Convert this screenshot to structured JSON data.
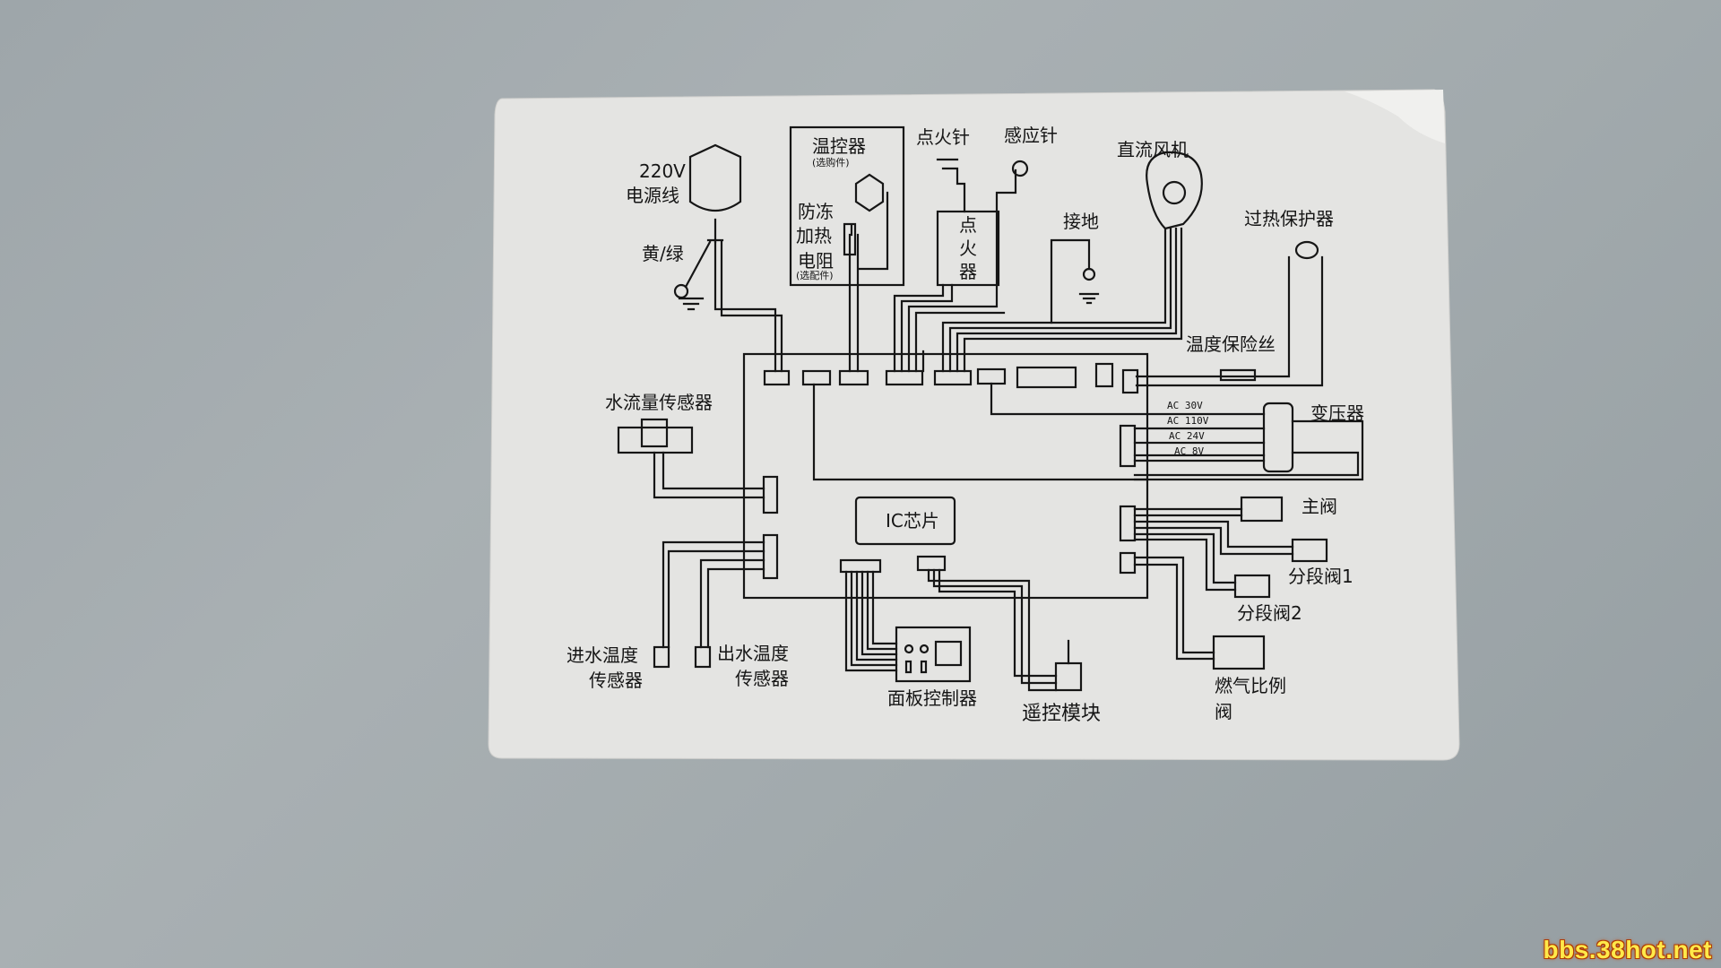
{
  "diagram": {
    "power_cord_voltage": "220V",
    "power_cord_label": "电源线",
    "ground_wire_label": "黄/绿",
    "thermostat_label": "温控器",
    "thermostat_note": "(选购件)",
    "antifreeze_line1": "防冻",
    "antifreeze_line2": "加热",
    "antifreeze_line3": "电阻",
    "antifreeze_note": "(选配件)",
    "ignition_pin_label": "点火针",
    "sensing_pin_label": "感应针",
    "igniter_line1": "点",
    "igniter_line2": "火",
    "igniter_line3": "器",
    "ground_label": "接地",
    "dc_fan_label": "直流风机",
    "overheat_protector_label": "过热保护器",
    "thermal_fuse_label": "温度保险丝",
    "transformer_label": "变压器",
    "ac_30v": "AC 30V",
    "ac_110v": "AC 110V",
    "ac_24v": "AC 24V",
    "ac_8v": "AC 8V",
    "water_flow_sensor_label": "水流量传感器",
    "ic_chip_label": "IC芯片",
    "main_valve_label": "主阀",
    "section_valve1_label": "分段阀1",
    "section_valve2_label": "分段阀2",
    "gas_valve_line1": "燃气比例",
    "gas_valve_line2": "阀",
    "inlet_sensor_line1": "进水温度",
    "inlet_sensor_line2": "传感器",
    "outlet_sensor_line1": "出水温度",
    "outlet_sensor_line2": "传感器",
    "panel_controller_label": "面板控制器",
    "remote_module_label": "遥控模块"
  },
  "watermark": "bbs.38hot.net",
  "colors": {
    "paper": "#e3e3e1",
    "ink": "#161616",
    "background": "#a3abae"
  }
}
